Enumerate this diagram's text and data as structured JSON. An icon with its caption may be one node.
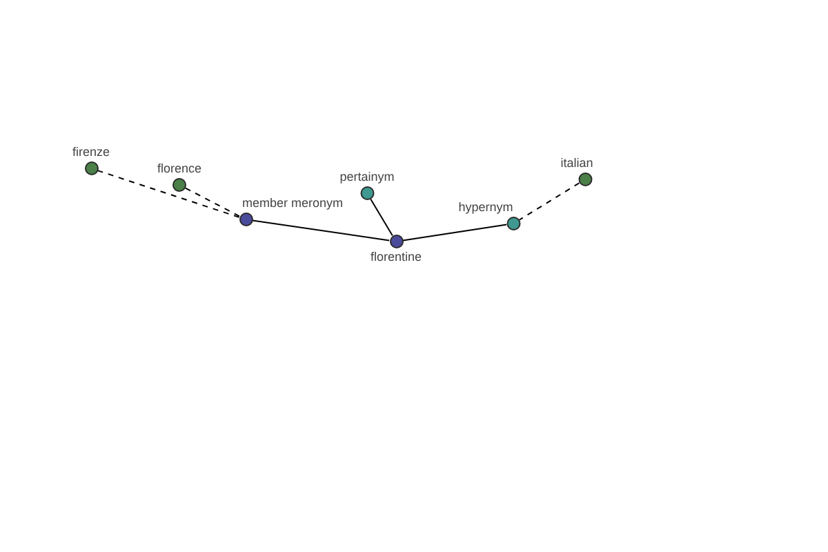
{
  "diagram": {
    "nodes": [
      {
        "text": [
          "firenze"
        ]
      },
      {
        "text": [
          "italian"
        ]
      },
      {
        "text": [
          "florence"
        ]
      },
      {
        "text": [
          "pertainym"
        ]
      },
      {
        "text": [
          "member meronym"
        ]
      },
      {
        "text": [
          "hypernym"
        ]
      },
      {
        "text": [
          "florentine"
        ]
      }
    ],
    "edges": [
      {
        "from": 0,
        "to": 4,
        "arrow": "none",
        "style": "dashed"
      },
      {
        "from": 2,
        "to": 4,
        "arrow": "none",
        "style": "dashed"
      },
      {
        "from": 4,
        "to": 6,
        "arrow": "none"
      },
      {
        "from": 3,
        "to": 6,
        "arrow": "none"
      },
      {
        "from": 5,
        "to": 6,
        "arrow": "none"
      },
      {
        "from": 1,
        "to": 5,
        "arrow": "none",
        "style": "dashed"
      }
    ]
  }
}
